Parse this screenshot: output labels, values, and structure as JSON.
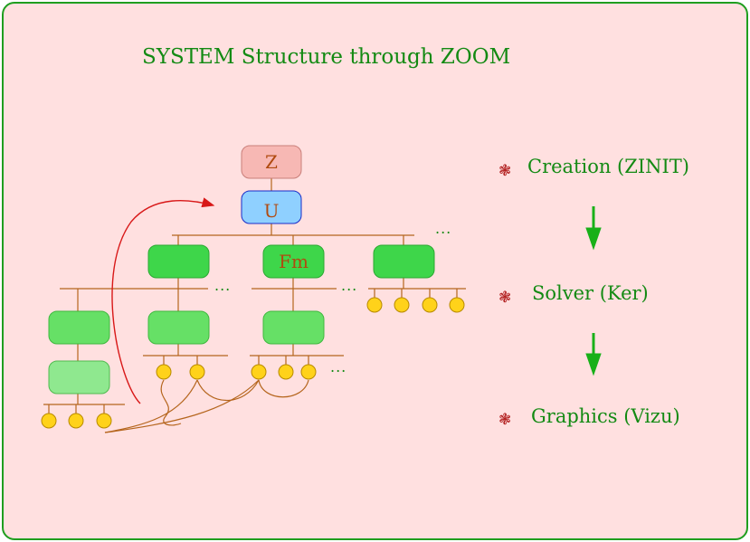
{
  "title": "SYSTEM Structure through ZOOM",
  "tree": {
    "z_label": "Z",
    "u_label": "U",
    "fm_label": "Fm",
    "ellipsis": "..."
  },
  "steps": [
    {
      "label": "Creation (ZINIT)"
    },
    {
      "label": "Solver (Ker)"
    },
    {
      "label": "Graphics (Vizu)"
    }
  ],
  "bullet": "❃",
  "colors": {
    "background": "#ffe0e0",
    "frame": "#1f9e1f",
    "text": "#138a13",
    "box_z": "#f7b8b4",
    "box_u": "#8fd0ff",
    "box_dark": "#3ed64a",
    "box_mid": "#66e066",
    "box_light": "#8fe88f",
    "node": "#ffd21a",
    "connector": "#b5651d",
    "arrow_red": "#d81818",
    "arrow_green": "#18b018"
  }
}
